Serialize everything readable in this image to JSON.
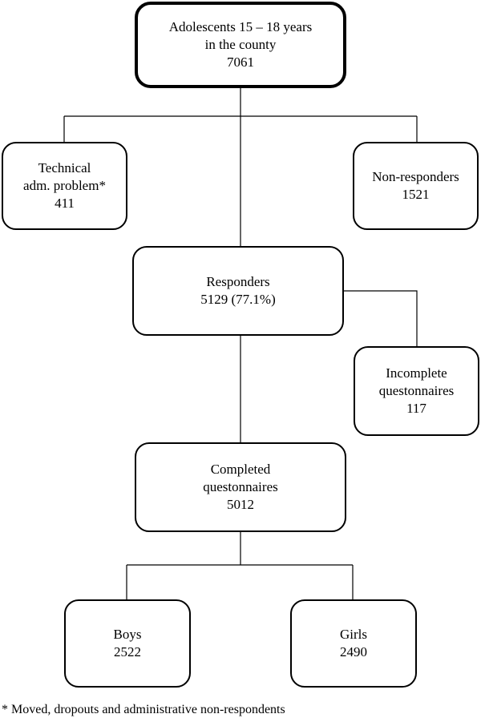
{
  "nodes": {
    "root": {
      "lines": [
        "Adolescents 15 – 18 years",
        "in the county",
        "7061"
      ]
    },
    "technical": {
      "lines": [
        "Technical",
        "adm. problem*",
        "411"
      ]
    },
    "nonresponders": {
      "lines": [
        "Non-responders",
        "1521"
      ]
    },
    "responders": {
      "lines": [
        "Responders",
        "5129 (77.1%)"
      ]
    },
    "incomplete": {
      "lines": [
        "Incomplete",
        "questonnaires",
        "117"
      ]
    },
    "completed": {
      "lines": [
        "Completed",
        "questonnaires",
        "5012"
      ]
    },
    "boys": {
      "lines": [
        "Boys",
        "2522"
      ]
    },
    "girls": {
      "lines": [
        "Girls",
        "2490"
      ]
    }
  },
  "footnote": "* Moved, dropouts and administrative non-respondents"
}
